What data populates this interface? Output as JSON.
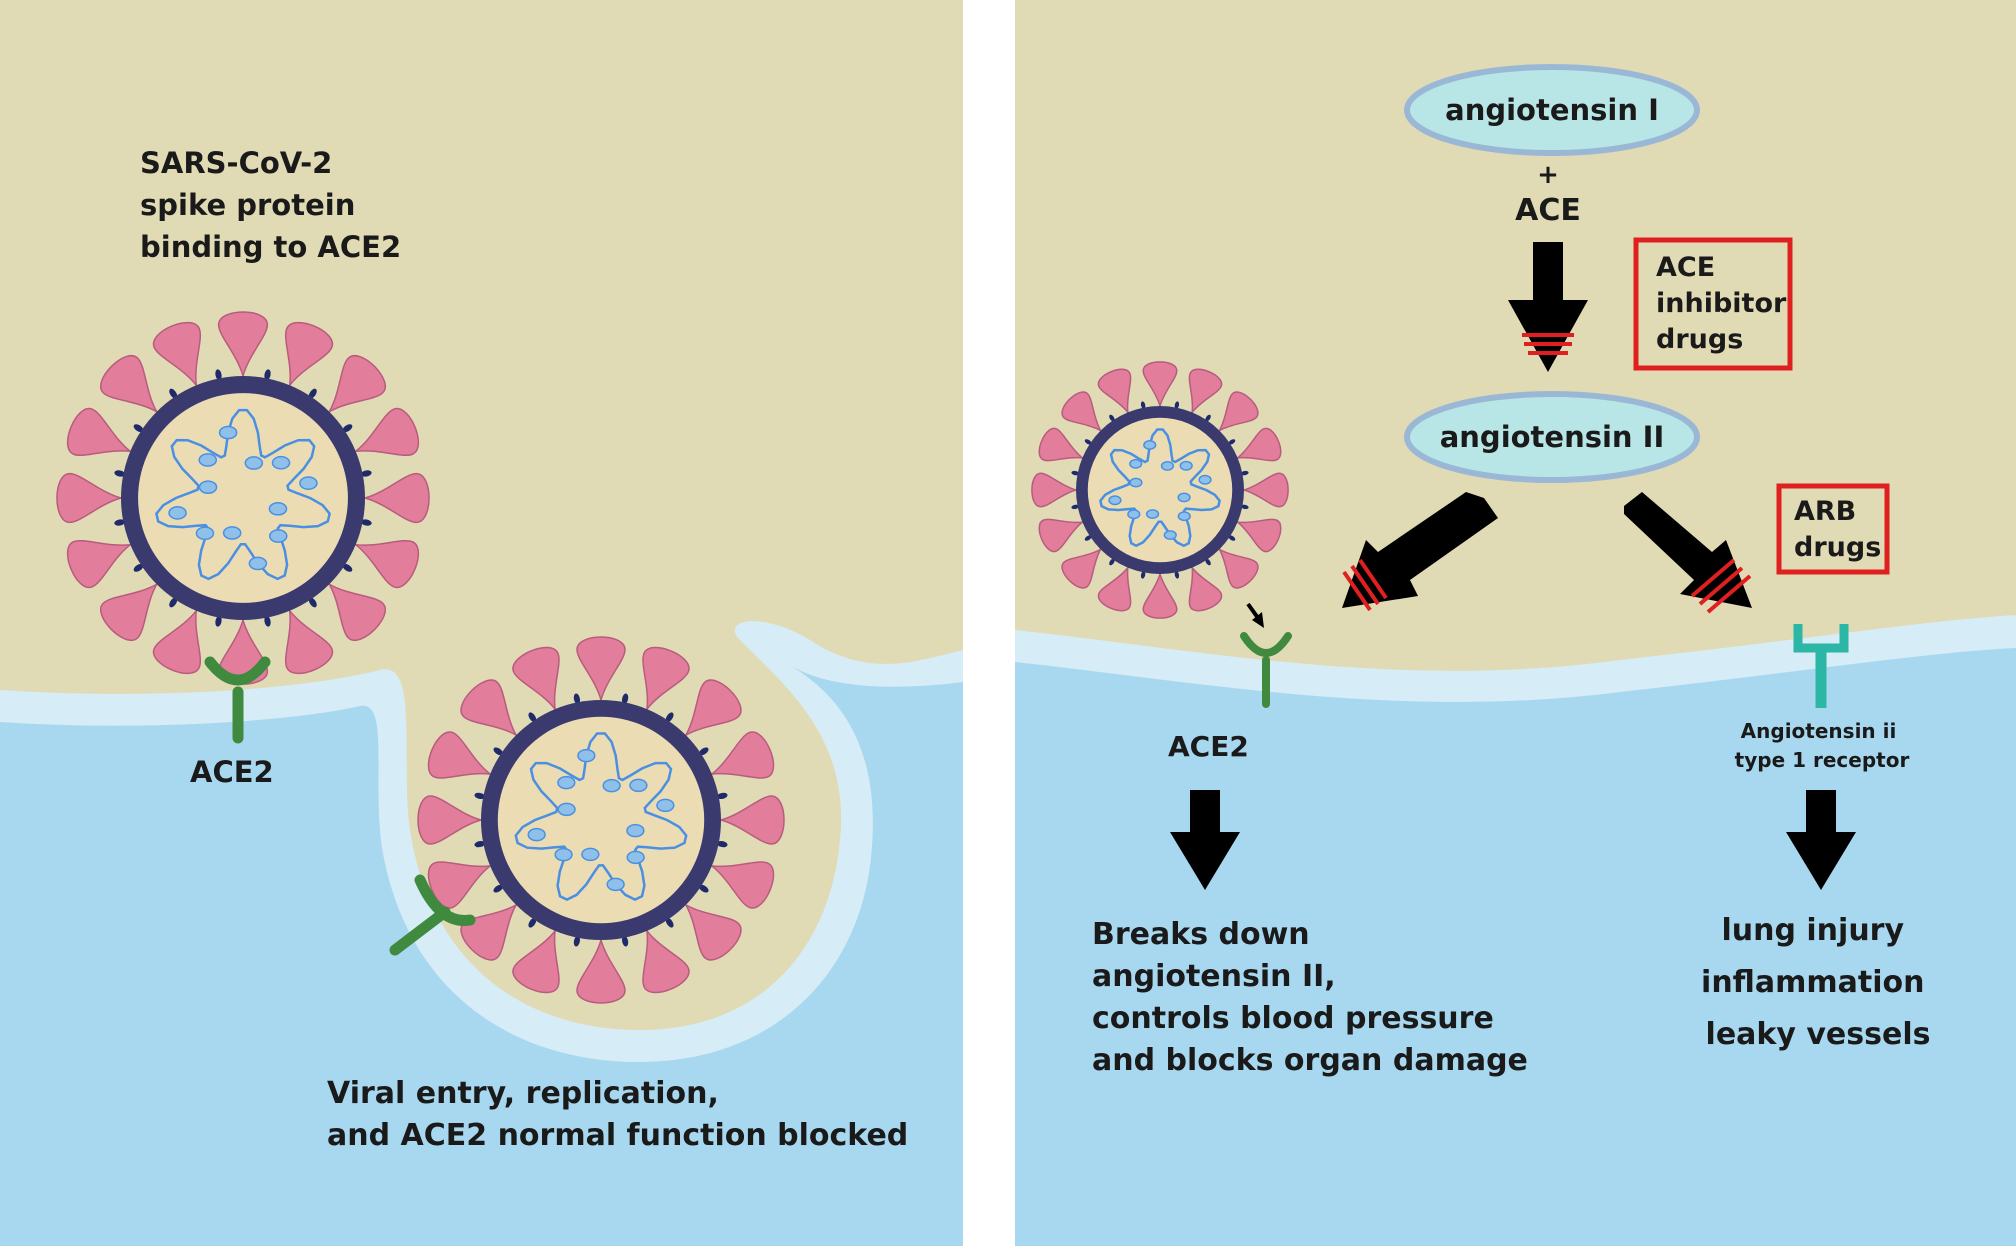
{
  "left_panel": {
    "title_lines": [
      "SARS-CoV-2",
      "spike protein",
      "binding to ACE2"
    ],
    "ace2_label": "ACE2",
    "caption_lines": [
      "Viral entry, replication,",
      "and ACE2 normal function blocked"
    ]
  },
  "right_panel": {
    "angiotensin_1": "angiotensin I",
    "plus": "+",
    "ace": "ACE",
    "angiotensin_2": "angiotensin II",
    "ace_inhibitor_lines": [
      "ACE",
      "inhibitor",
      "drugs"
    ],
    "arb_lines": [
      "ARB",
      "drugs"
    ],
    "ace2_label": "ACE2",
    "receptor_lines": [
      "Angiotensin ii",
      "type 1 receptor"
    ],
    "ace2_effect_lines": [
      "Breaks down",
      "angiotensin II,",
      "controls blood pressure",
      "and blocks organ damage"
    ],
    "receptor_effect_lines": [
      "lung injury",
      "inflammation",
      "leaky vessels"
    ]
  },
  "colors": {
    "extracellular": "#e0dbb5",
    "cell": "#a8d8f0",
    "membrane": "#d6ecf6",
    "virus_envelope": "#3a3a6e",
    "virus_interior": "#ecdcb4",
    "spike": "#e27d9c",
    "rna": "#4a90e2",
    "ace2": "#3f8a3f",
    "at1_receptor": "#2bb6a6",
    "inhibitor_box": "#e02020",
    "oval_fill": "#b8e6e6",
    "oval_stroke": "#9ab8d6",
    "arrow": "#000000"
  }
}
